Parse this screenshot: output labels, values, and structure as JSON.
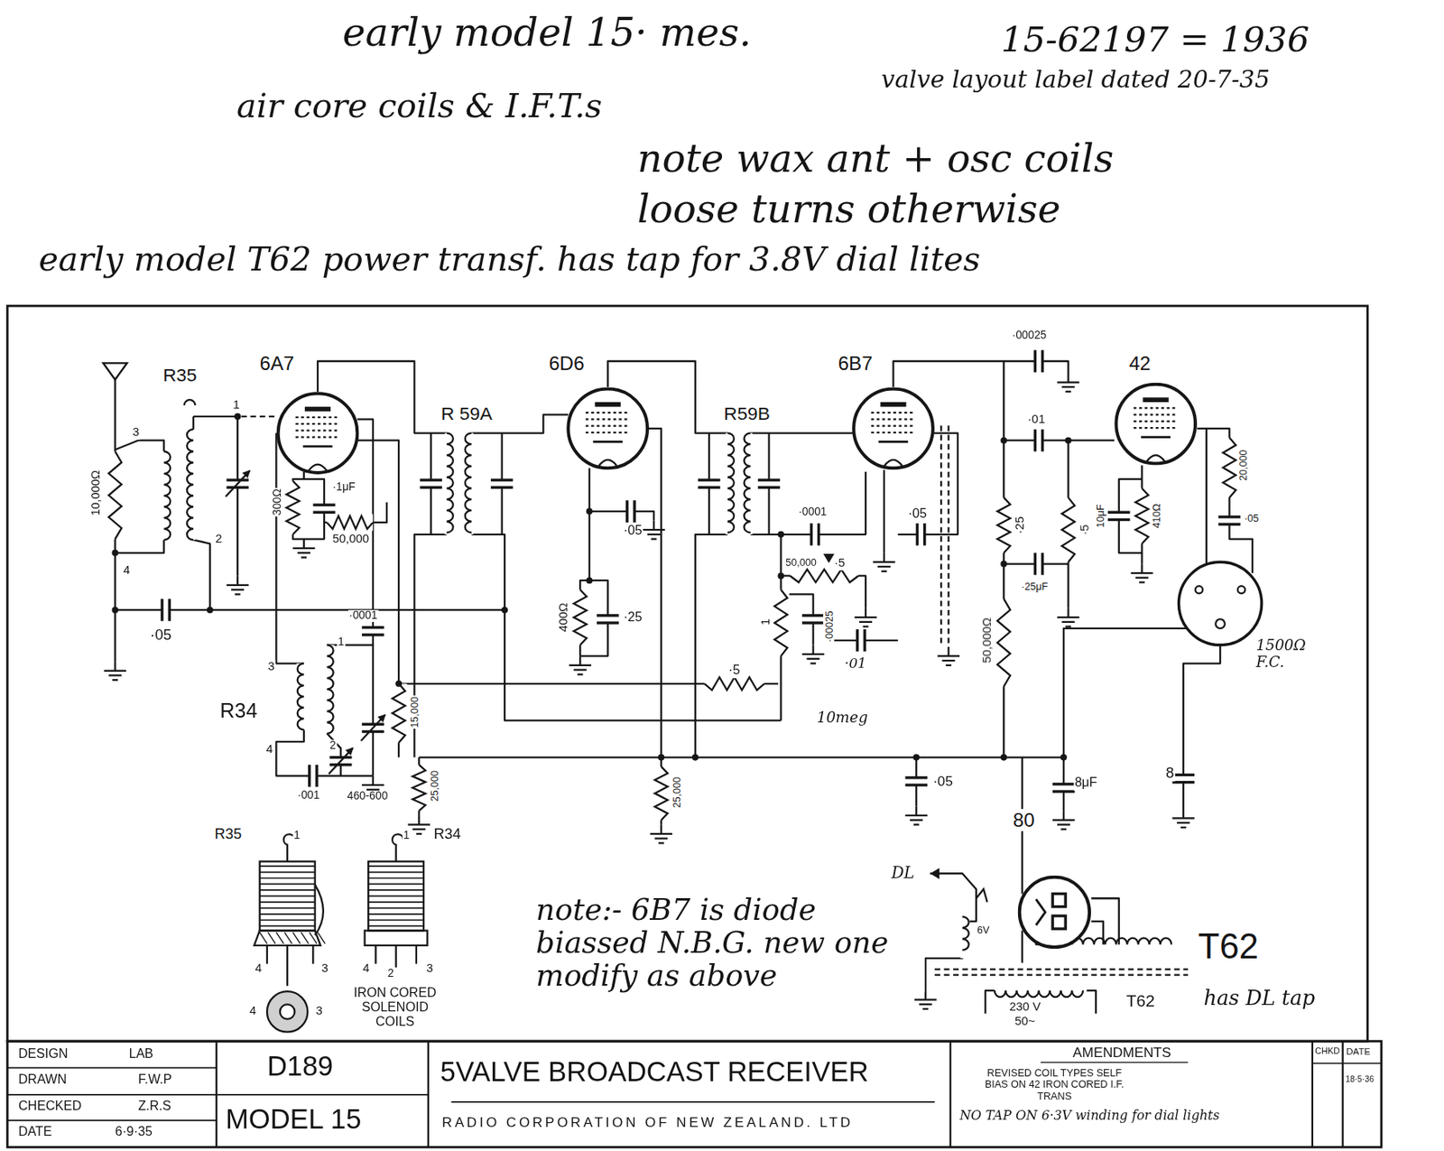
{
  "diagram": {
    "nodes": [
      {
        "text": [
          "6A7"
        ]
      },
      {
        "text": [
          "6D6"
        ]
      },
      {
        "text": [
          "6B7"
        ]
      },
      {
        "text": [
          "42"
        ]
      },
      {
        "text": [
          "80"
        ]
      }
    ],
    "labels": [
      "early model 15· mes.",
      "15-62197 = 1936",
      "valve layout label dated 20-7-35",
      "air core coils & I.F.T.s",
      "note wax ant + osc coils",
      "loose turns otherwise",
      "early model T62 power transf. has tap for 3.8V dial lites",
      "R35",
      "3",
      "10,000Ω",
      "1",
      "2",
      "4",
      "·05",
      "300Ω",
      "·1μF",
      "50,000",
      "R 59A",
      "·05",
      "400Ω",
      "·25",
      "R59B",
      "·0001",
      "·05",
      "50,000",
      "·5",
      "·00025",
      "1",
      "·01",
      "10meg",
      "·5",
      "15,000",
      "25,000",
      "25,000",
      "·0001",
      "3",
      "1",
      "R34",
      "4",
      "2",
      "·001",
      "460-600",
      "·00025",
      "·01",
      "·25",
      "·5",
      "·25μF",
      "10μF",
      "410Ω",
      "20,000",
      "·05",
      "1500Ω F.C.",
      "50,000Ω",
      "·05",
      "8μF",
      "8",
      "DL",
      "6V",
      "T62",
      "230 V 50~",
      "T62",
      "has DL tap",
      "R35",
      "1",
      "R34",
      "1",
      "4",
      "3",
      "4",
      "3",
      "4",
      "2",
      "3",
      "IRON CORED SOLENOID COILS",
      "note:- 6B7 is diode biassed N.B.G. new one modify as above",
      "DESIGN",
      "LAB",
      "DRAWN",
      "F.W.P",
      "CHECKED",
      "Z.R.S",
      "DATE",
      "6·9·35",
      "D189",
      "MODEL 15",
      "5VALVE BROADCAST RECEIVER",
      "RADIO CORPORATION OF NEW ZEALAND. LTD",
      "AMENDMENTS",
      "REVISED COIL TYPES SELF BIAS ON 42 IRON CORED I.F. TRANS",
      "NO TAP ON 6·3V winding for dial lights",
      "CHKD",
      "DATE",
      "18·5·36"
    ]
  }
}
